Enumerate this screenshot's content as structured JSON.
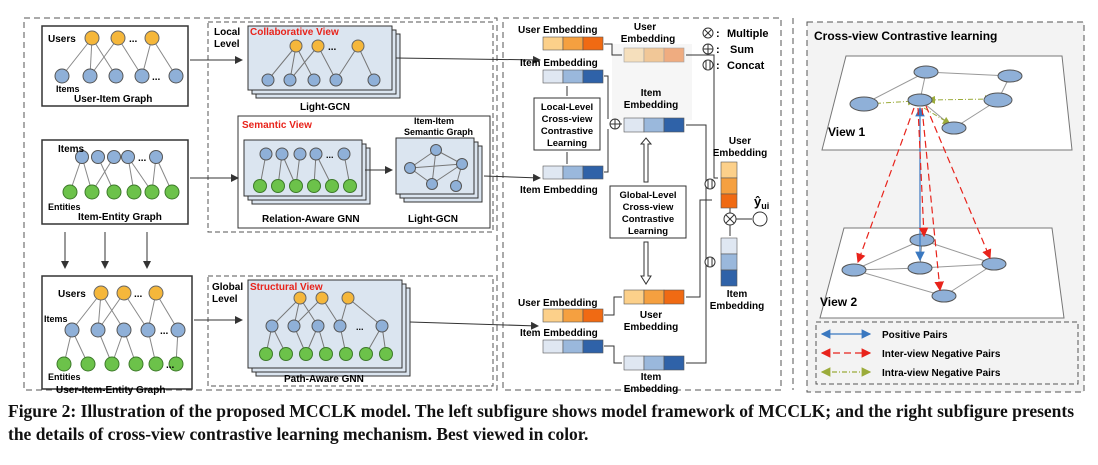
{
  "colors": {
    "user": "#f5b73b",
    "item": "#8fb0d8",
    "entity": "#6cc24a",
    "red": "#e8231b",
    "panel": "#dbe5f0",
    "blue_dark": "#2f62a8",
    "orange_dark": "#f06a13"
  },
  "graphs": {
    "user_item": {
      "users": "Users",
      "items": "Items",
      "title": "User-Item Graph",
      "dots": "..."
    },
    "item_entity": {
      "items": "Items",
      "entities": "Entities",
      "title": "Item-Entity Graph",
      "dots": "..."
    },
    "user_item_entity": {
      "users": "Users",
      "items": "Items",
      "entities": "Entities",
      "title": "User-Item-Entity Graph",
      "dots": "..."
    }
  },
  "local": {
    "level_line1": "Local",
    "level_line2": "Level",
    "collab_view": "Collaborative View",
    "collab_model": "Light-GCN",
    "semantic_view": "Semantic View",
    "semantic_model": "Relation-Aware GNN",
    "item_item_line1": "Item-Item",
    "item_item_line2": "Semantic Graph",
    "ii_model": "Light-GCN"
  },
  "global": {
    "level_line1": "Global",
    "level_line2": "Level",
    "structural_view": "Structural View",
    "model": "Path-Aware GNN"
  },
  "middle": {
    "user_embedding": "User Embedding",
    "item_embedding": "Item Embedding",
    "user_emb_line1": "User",
    "user_emb_line2": "Embedding",
    "item_emb_line1": "Item",
    "item_emb_line2": "Embedding",
    "local_cl": [
      "Local-Level",
      "Cross-view",
      "Contrastive",
      "Learning"
    ],
    "global_cl": [
      "Global-Level",
      "Cross-view",
      "Contrastive",
      "Learning"
    ],
    "legend_multiple": "Multiple",
    "legend_sum": "Sum",
    "legend_concat": "Concat",
    "legend_colon": ":",
    "yhat": "ŷ",
    "yhat_sub": "ui"
  },
  "right": {
    "title": "Cross-view Contrastive learning",
    "view1": "View 1",
    "view2": "View 2",
    "legend_positive": "Positive Pairs",
    "legend_inter": "Inter-view Negative Pairs",
    "legend_intra": "Intra-view Negative Pairs"
  },
  "caption": "Figure 2: Illustration of the proposed MCCLK model. The left subfigure shows model framework of MCCLK; and the right subfigure presents the details of cross-view contrastive learning mechanism. Best viewed in color."
}
